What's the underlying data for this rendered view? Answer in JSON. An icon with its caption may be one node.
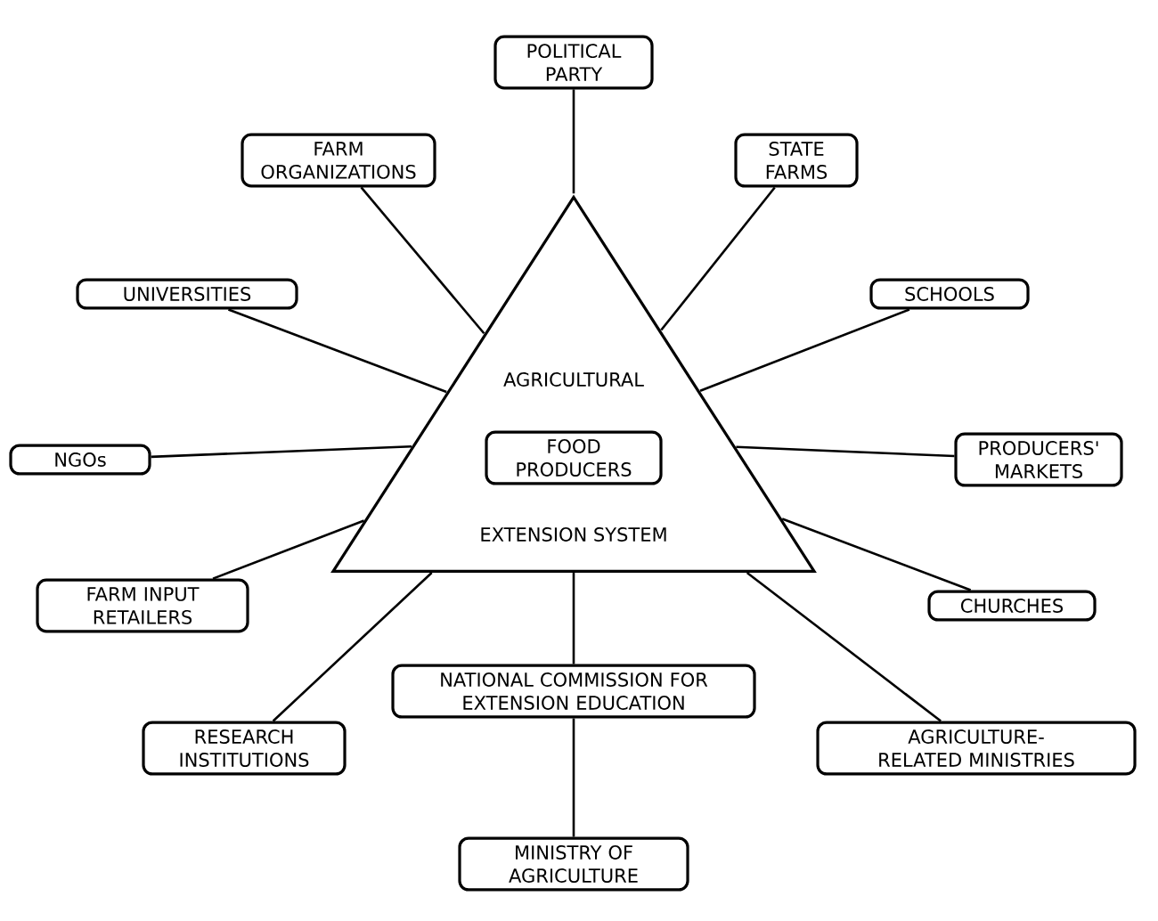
{
  "diagram": {
    "nodes": [
      {
        "text": [
          "AGRICULTURAL",
          "EXTENSION SYSTEM"
        ]
      },
      {
        "text": [
          "FOOD PRODUCERS"
        ],
        "in": 0
      },
      {
        "text": [
          "POLITICAL PARTY"
        ]
      },
      {
        "text": [
          "FARM ORGANIZATIONS"
        ]
      },
      {
        "text": [
          "STATE FARMS"
        ]
      },
      {
        "text": [
          "UNIVERSITIES"
        ]
      },
      {
        "text": [
          "SCHOOLS"
        ]
      },
      {
        "text": [
          "NGOs"
        ]
      },
      {
        "text": [
          "PRODUCERS' MARKETS"
        ]
      },
      {
        "text": [
          "FARM INPUT RETAILERS"
        ]
      },
      {
        "text": [
          "CHURCHES"
        ]
      },
      {
        "text": [
          "RESEARCH INSTITUTIONS"
        ]
      },
      {
        "text": [
          "NATIONAL COMMISSION FOR EXTENSION EDUCATION"
        ]
      },
      {
        "text": [
          "AGRICULTURE-RELATED MINISTRIES"
        ]
      },
      {
        "text": [
          "MINISTRY OF AGRICULTURE"
        ]
      }
    ],
    "edges": [
      {
        "from": 2,
        "to": 0,
        "arrow": "none"
      },
      {
        "from": 3,
        "to": 0,
        "arrow": "none"
      },
      {
        "from": 4,
        "to": 0,
        "arrow": "none"
      },
      {
        "from": 5,
        "to": 0,
        "arrow": "none"
      },
      {
        "from": 6,
        "to": 0,
        "arrow": "none"
      },
      {
        "from": 7,
        "to": 0,
        "arrow": "none"
      },
      {
        "from": 8,
        "to": 0,
        "arrow": "none"
      },
      {
        "from": 9,
        "to": 0,
        "arrow": "none"
      },
      {
        "from": 10,
        "to": 0,
        "arrow": "none"
      },
      {
        "from": 11,
        "to": 0,
        "arrow": "none"
      },
      {
        "from": 12,
        "to": 0,
        "arrow": "none"
      },
      {
        "from": 13,
        "to": 0,
        "arrow": "none"
      },
      {
        "from": 12,
        "to": 14,
        "arrow": "none"
      }
    ]
  }
}
